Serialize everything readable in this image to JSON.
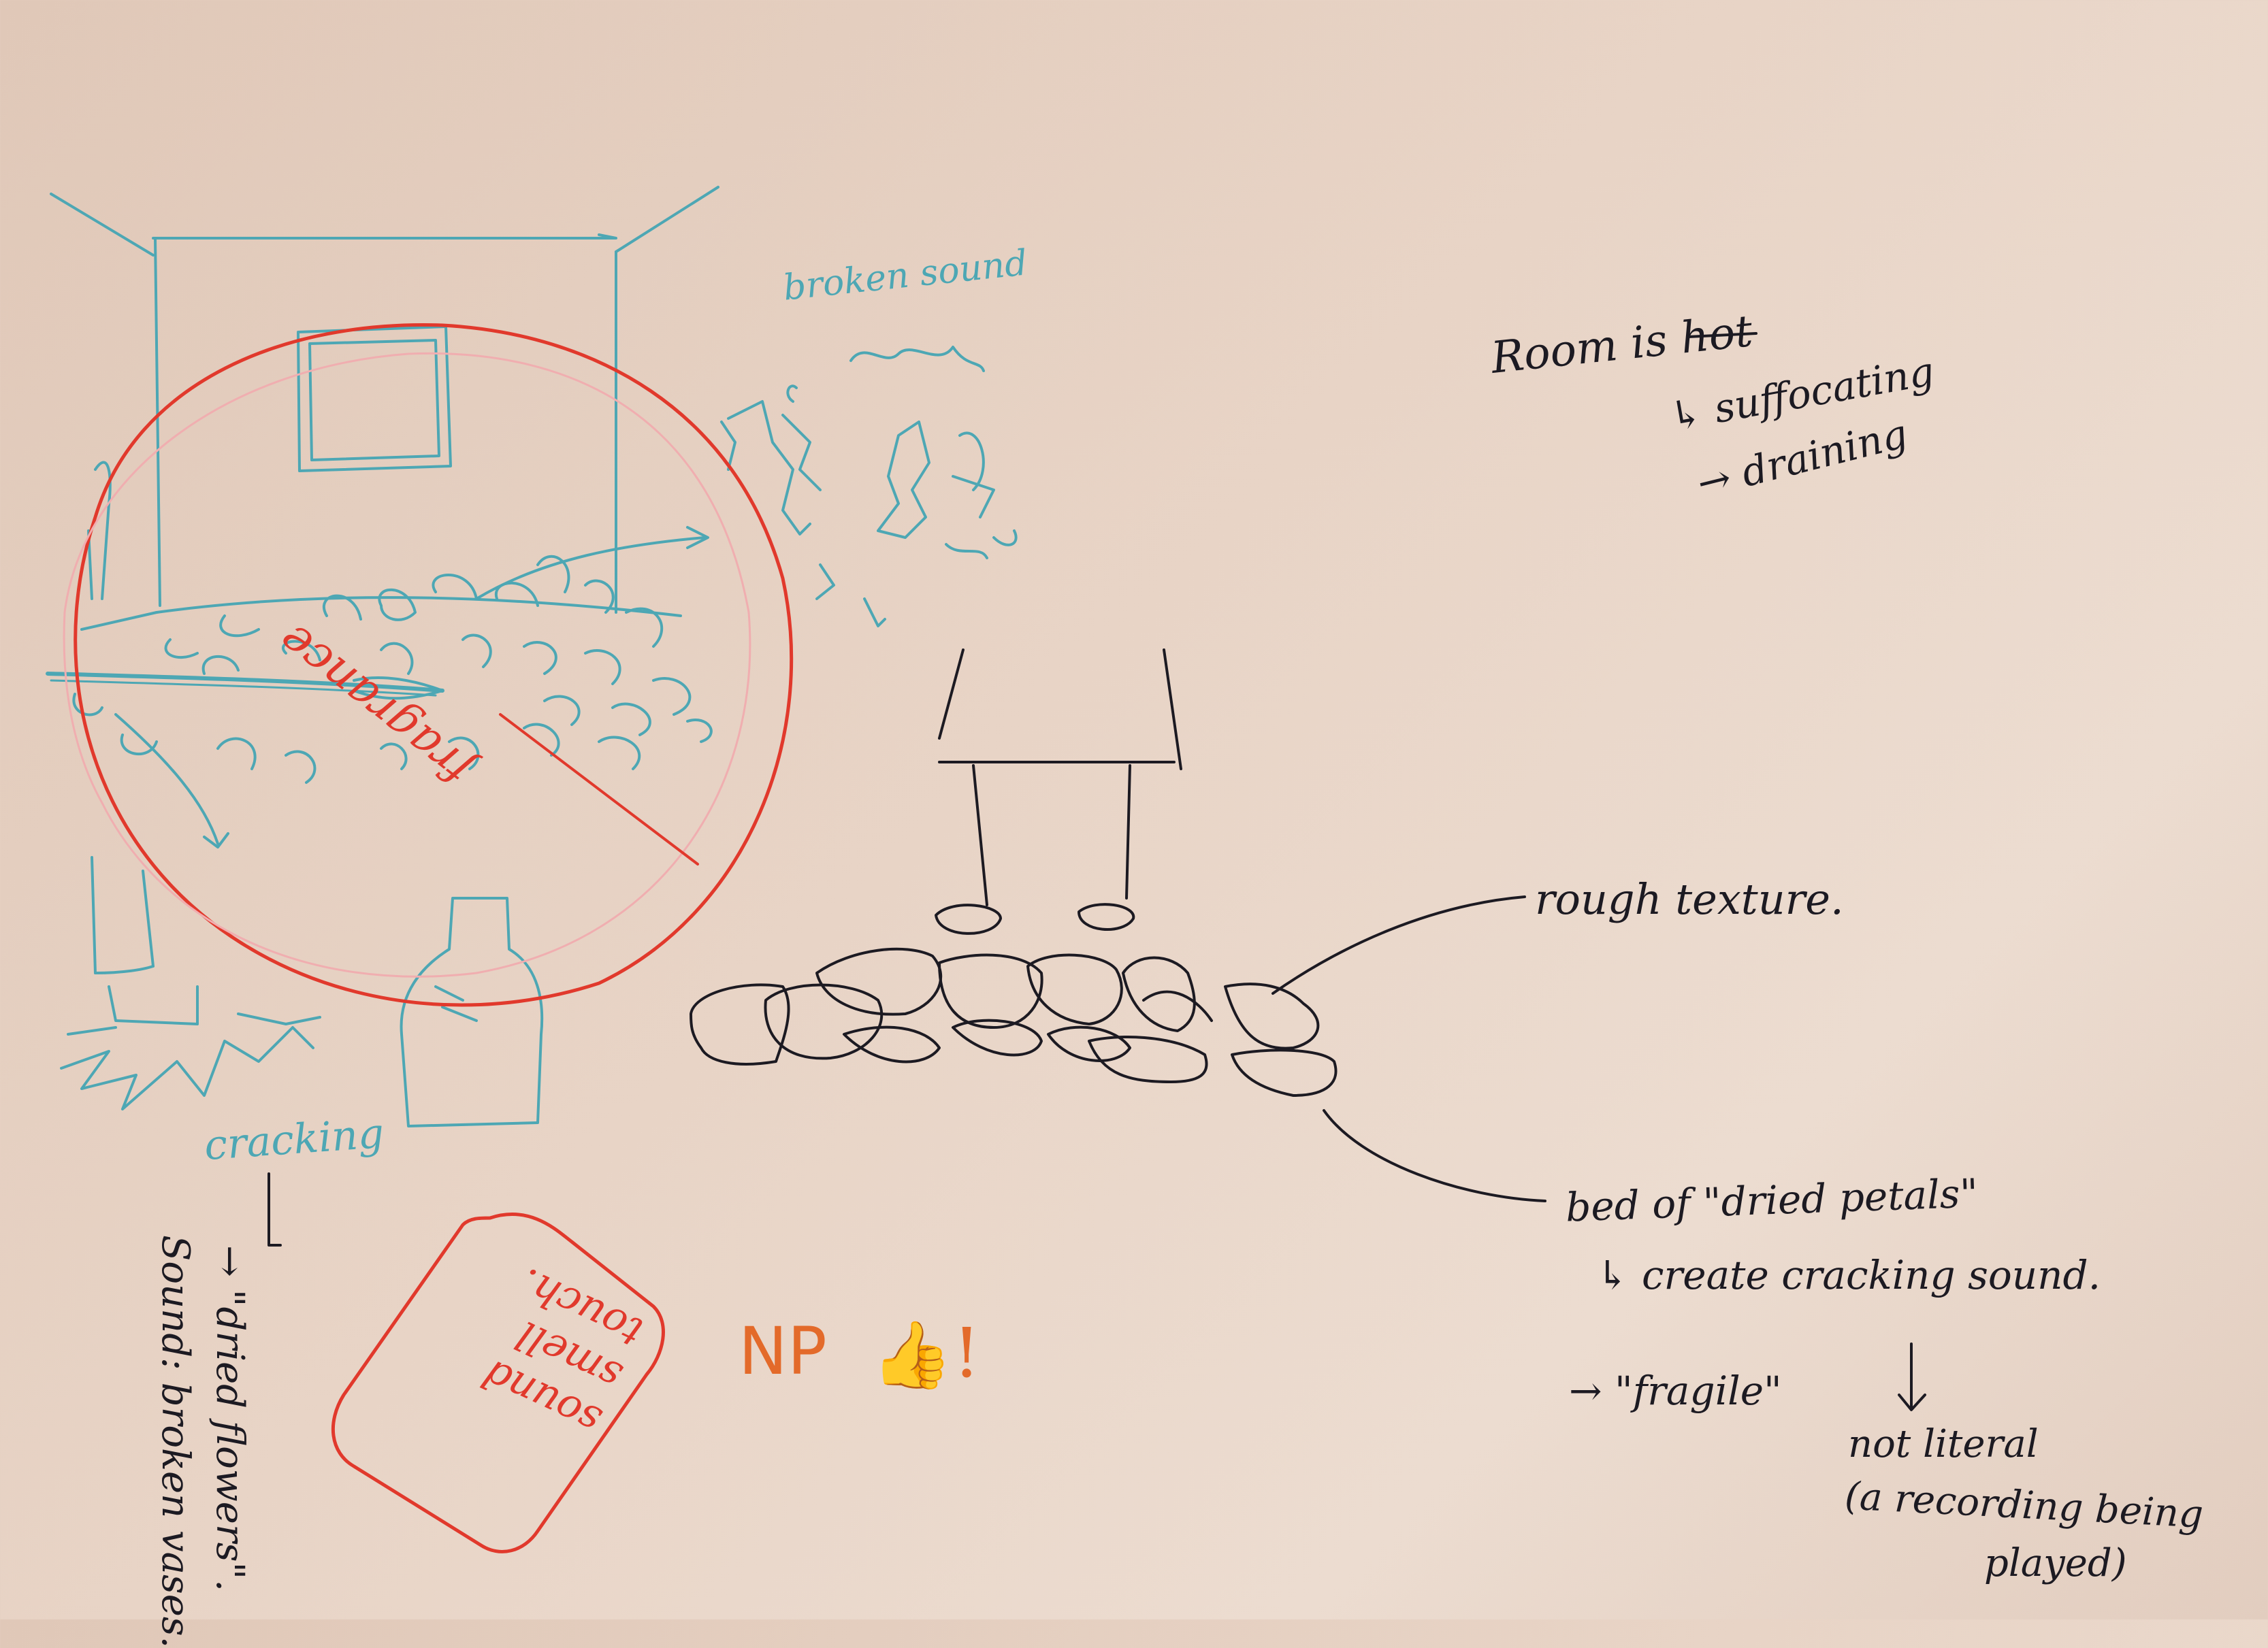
{
  "colors": {
    "paper": "#e6d2c4",
    "teal_pen": "#4da7b4",
    "black_pen": "#1c1a22",
    "red_pen": "#e1392c",
    "orange_pen": "#e36a2a"
  },
  "annotations": {
    "broken_sound": "broken sound",
    "fragrance": "fragrance",
    "cracking": "cracking",
    "dried_flowers": "→ \"dried flowers\".",
    "sound_broken_vases": "Sound: broken vases.",
    "sound_smell_touch": "sound smell touch.",
    "np": "NP",
    "exclaim": "!",
    "room_is_hot": "Room is hot",
    "suffocating": "↳ suffocating",
    "draining": "→ draining",
    "rough_texture": "rough texture.",
    "bed_of_dried_petals": "bed of \"dried petals\"",
    "create_cracking_sound": "↳ create cracking sound.",
    "fragile": "→ \"fragile\"",
    "not_literal": "not literal",
    "a_recording": "(a recording being",
    "played": "played)"
  },
  "icons": [
    "thumbs-up-icon",
    "down-arrow-icon"
  ]
}
